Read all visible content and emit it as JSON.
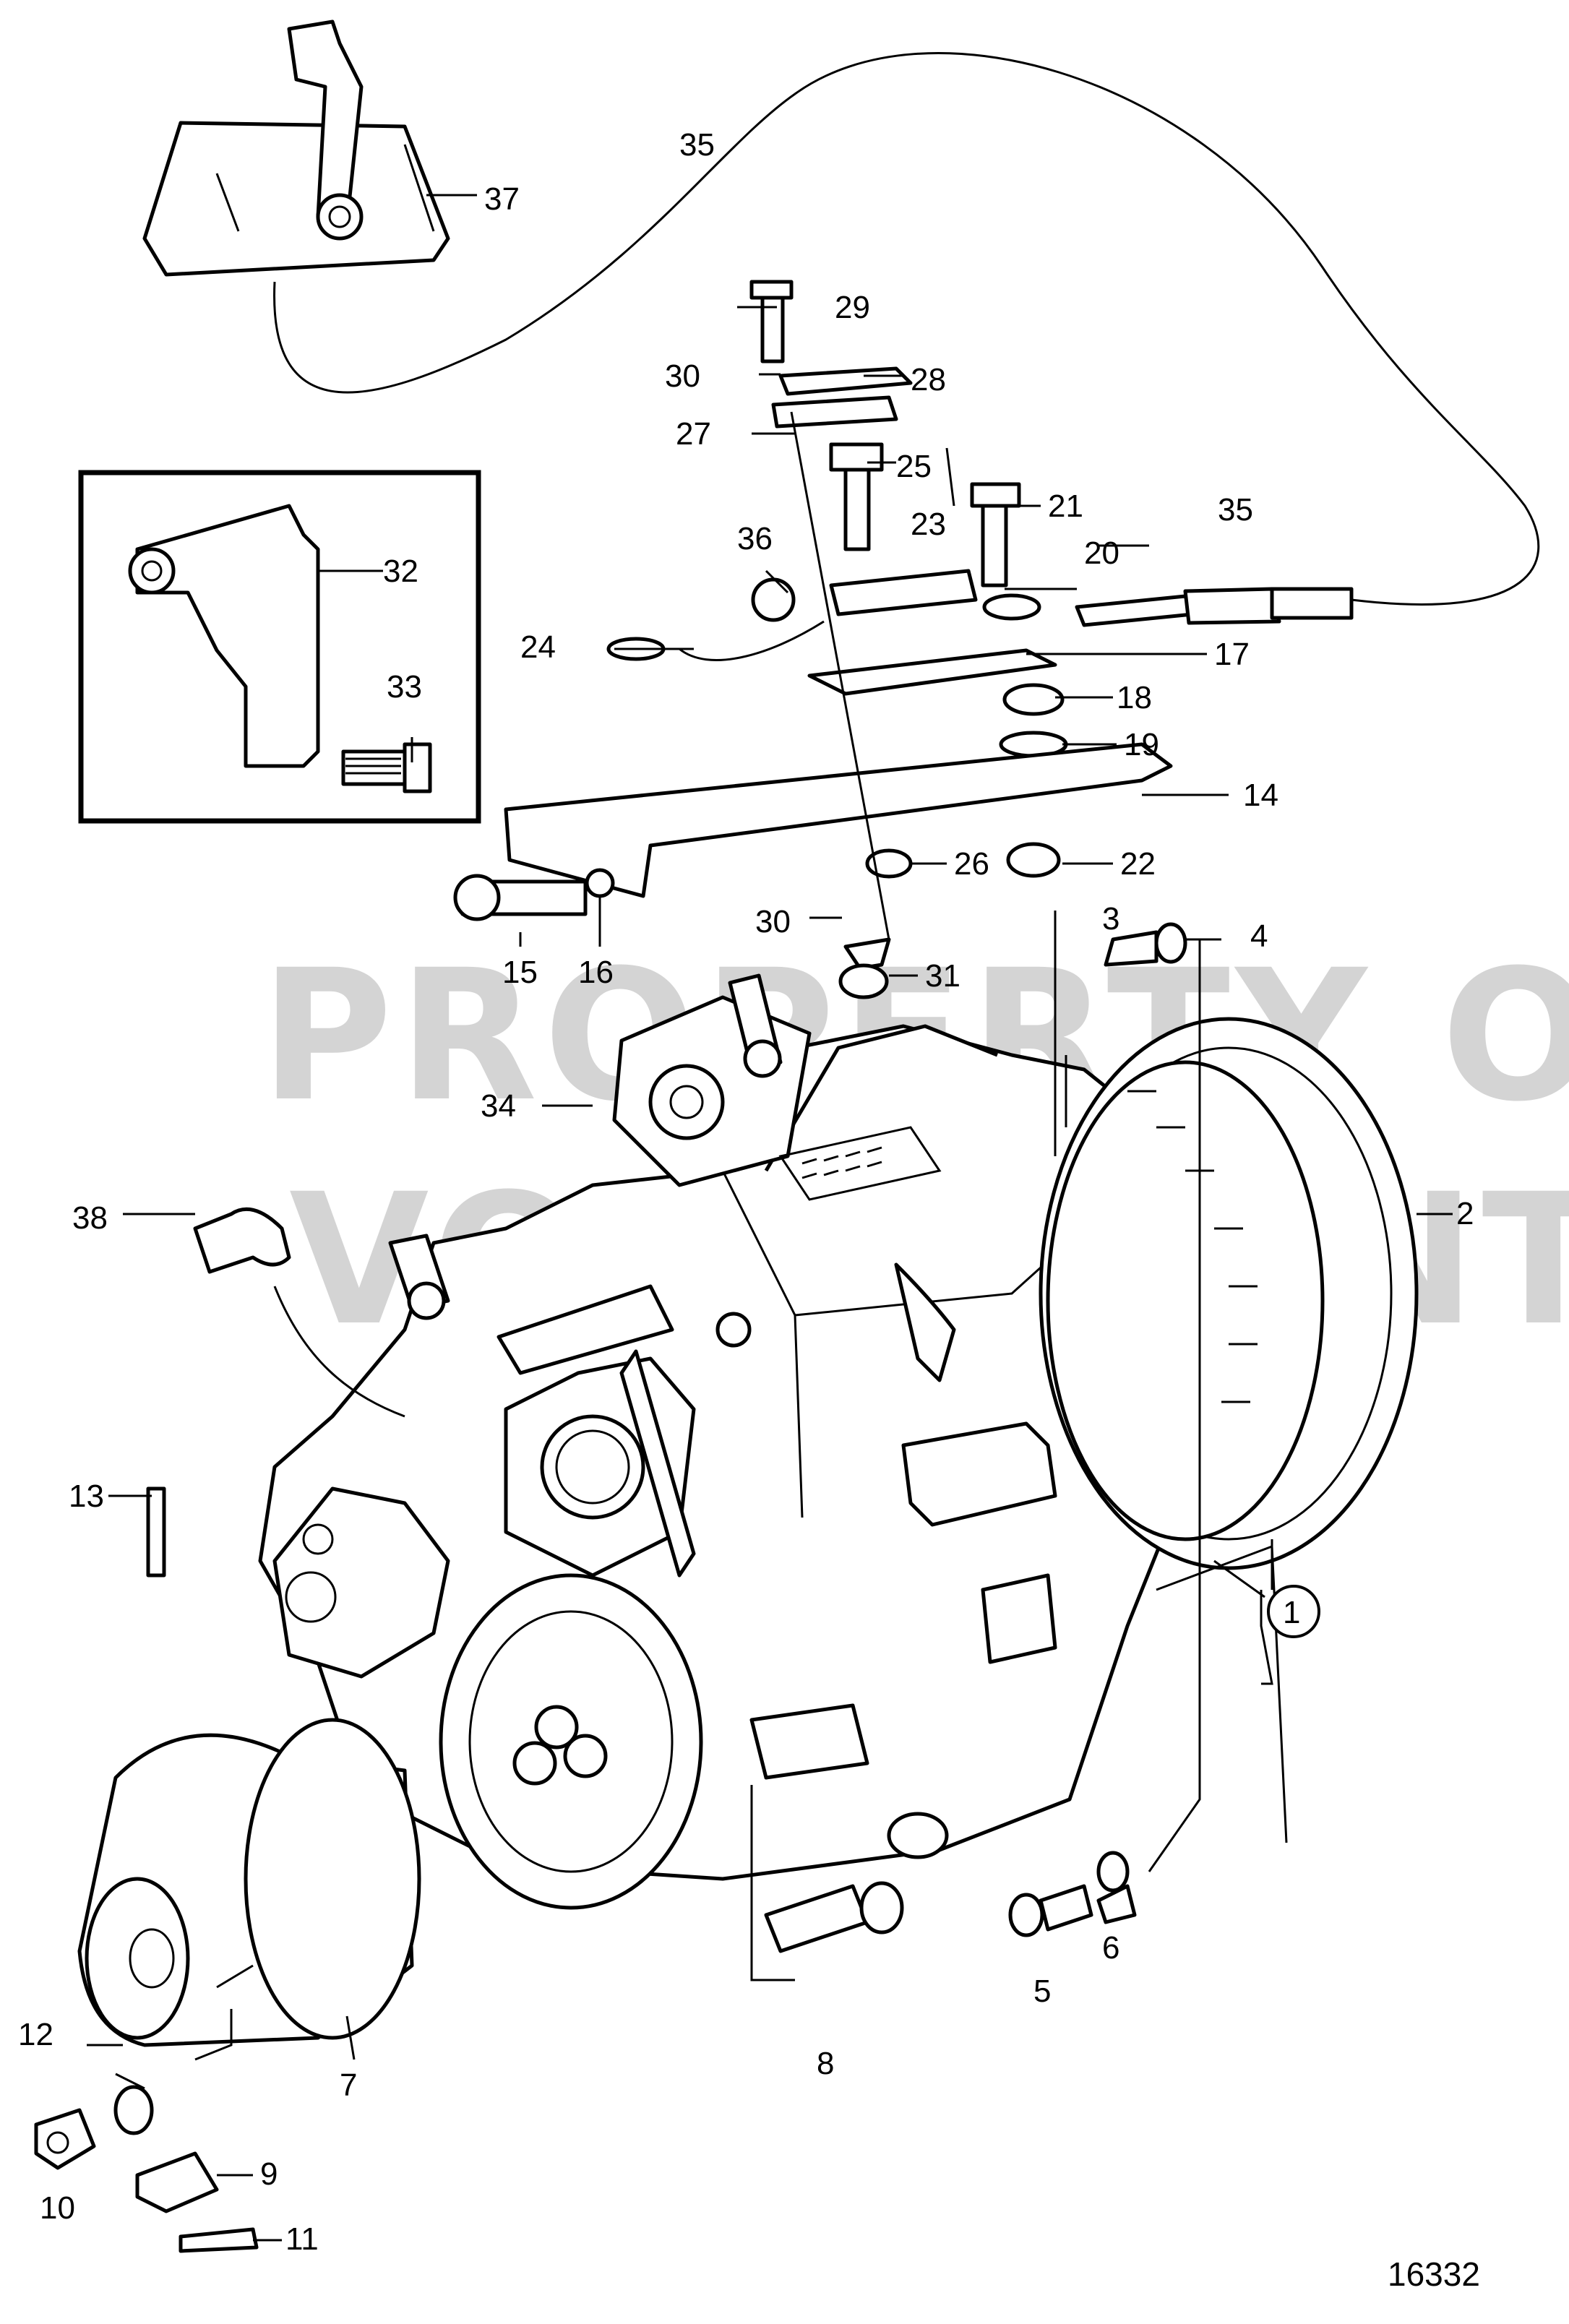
{
  "watermark": {
    "line1": "PROPERTY OF",
    "line2": "VOLVO PENTA"
  },
  "figure_number": "16332",
  "callouts": {
    "c1": "1",
    "c2": "2",
    "c3": "3",
    "c4": "4",
    "c5": "5",
    "c6": "6",
    "c7": "7",
    "c8": "8",
    "c9": "9",
    "c10": "10",
    "c11": "11",
    "c12": "12",
    "c13": "13",
    "c14": "14",
    "c15": "15",
    "c16": "16",
    "c17": "17",
    "c18": "18",
    "c19": "19",
    "c20": "20",
    "c21": "21",
    "c22": "22",
    "c23": "23",
    "c24": "24",
    "c25": "25",
    "c26": "26",
    "c27": "27",
    "c28": "28",
    "c29": "29",
    "c30a": "30",
    "c30b": "30",
    "c31": "31",
    "c32": "32",
    "c33": "33",
    "c34": "34",
    "c35a": "35",
    "c35b": "35",
    "c36": "36",
    "c37": "37",
    "c38": "38"
  }
}
